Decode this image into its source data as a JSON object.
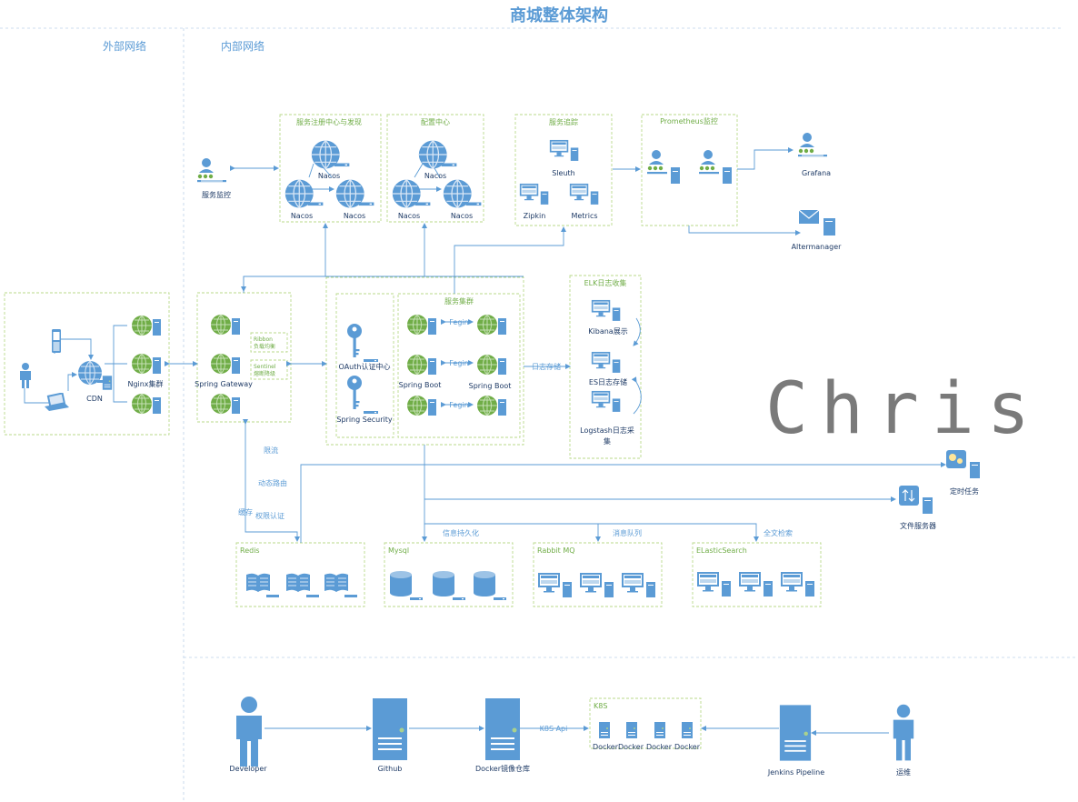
{
  "title": "商城整体架构",
  "zones": {
    "external": "外部网络",
    "internal": "内部网络"
  },
  "groups": {
    "registry": "服务注册中心与发现",
    "config": "配置中心",
    "tracing": "服务追踪",
    "prometheus": "Prometheus监控",
    "elk": "ELK日志收集",
    "cluster": "服务集群",
    "redis": "Redis",
    "mysql": "Mysql",
    "rabbitmq": "Rabbit MQ",
    "elasticsearch": "ELasticSearch",
    "k8s": "K8S"
  },
  "labels": {
    "service_monitor": "服务监控",
    "nacos": "Nacos",
    "sleuth": "Sleuth",
    "zipkin": "Zipkin",
    "metrics": "Metrics",
    "grafana": "Grafana",
    "altermanager": "Altermanager",
    "cdn": "CDN",
    "nginx": "Nginx集群",
    "gateway": "Spring Gateway",
    "ribbon": "Ribbon",
    "ribbon_sub": "负载均衡",
    "sentinel": "Sentinel",
    "sentinel_sub": "熔断降级",
    "oauth": "OAuth认证中心",
    "security": "Spring Security",
    "spring_boot": "Spring Boot",
    "fegin": "Fegin",
    "kibana": "Kibana展示",
    "es_store": "ES日志存储",
    "logstash_1": "Logstash日志采",
    "logstash_2": "集",
    "scheduled": "定时任务",
    "file_server": "文件服务器",
    "developer": "Developer",
    "github": "Github",
    "docker_repo": "Docker镜像仓库",
    "k8s_api": "K8S Api",
    "docker": "Docker",
    "jenkins": "Jenkins Pipeline",
    "ops": "运维"
  },
  "edge_labels": {
    "log_storage": "日志存储",
    "rate_limit": "限流",
    "dynamic_route": "动态路由",
    "cache": "缓存",
    "auth": "权限认证",
    "persistence": "信息持久化",
    "mq": "消息队列",
    "fulltext": "全文检索"
  },
  "watermark": "Chris",
  "colors": {
    "primary": "#5b9bd5",
    "group_border": "#b9d98a",
    "group_label": "#70ad47",
    "text": "#1f3b66"
  }
}
